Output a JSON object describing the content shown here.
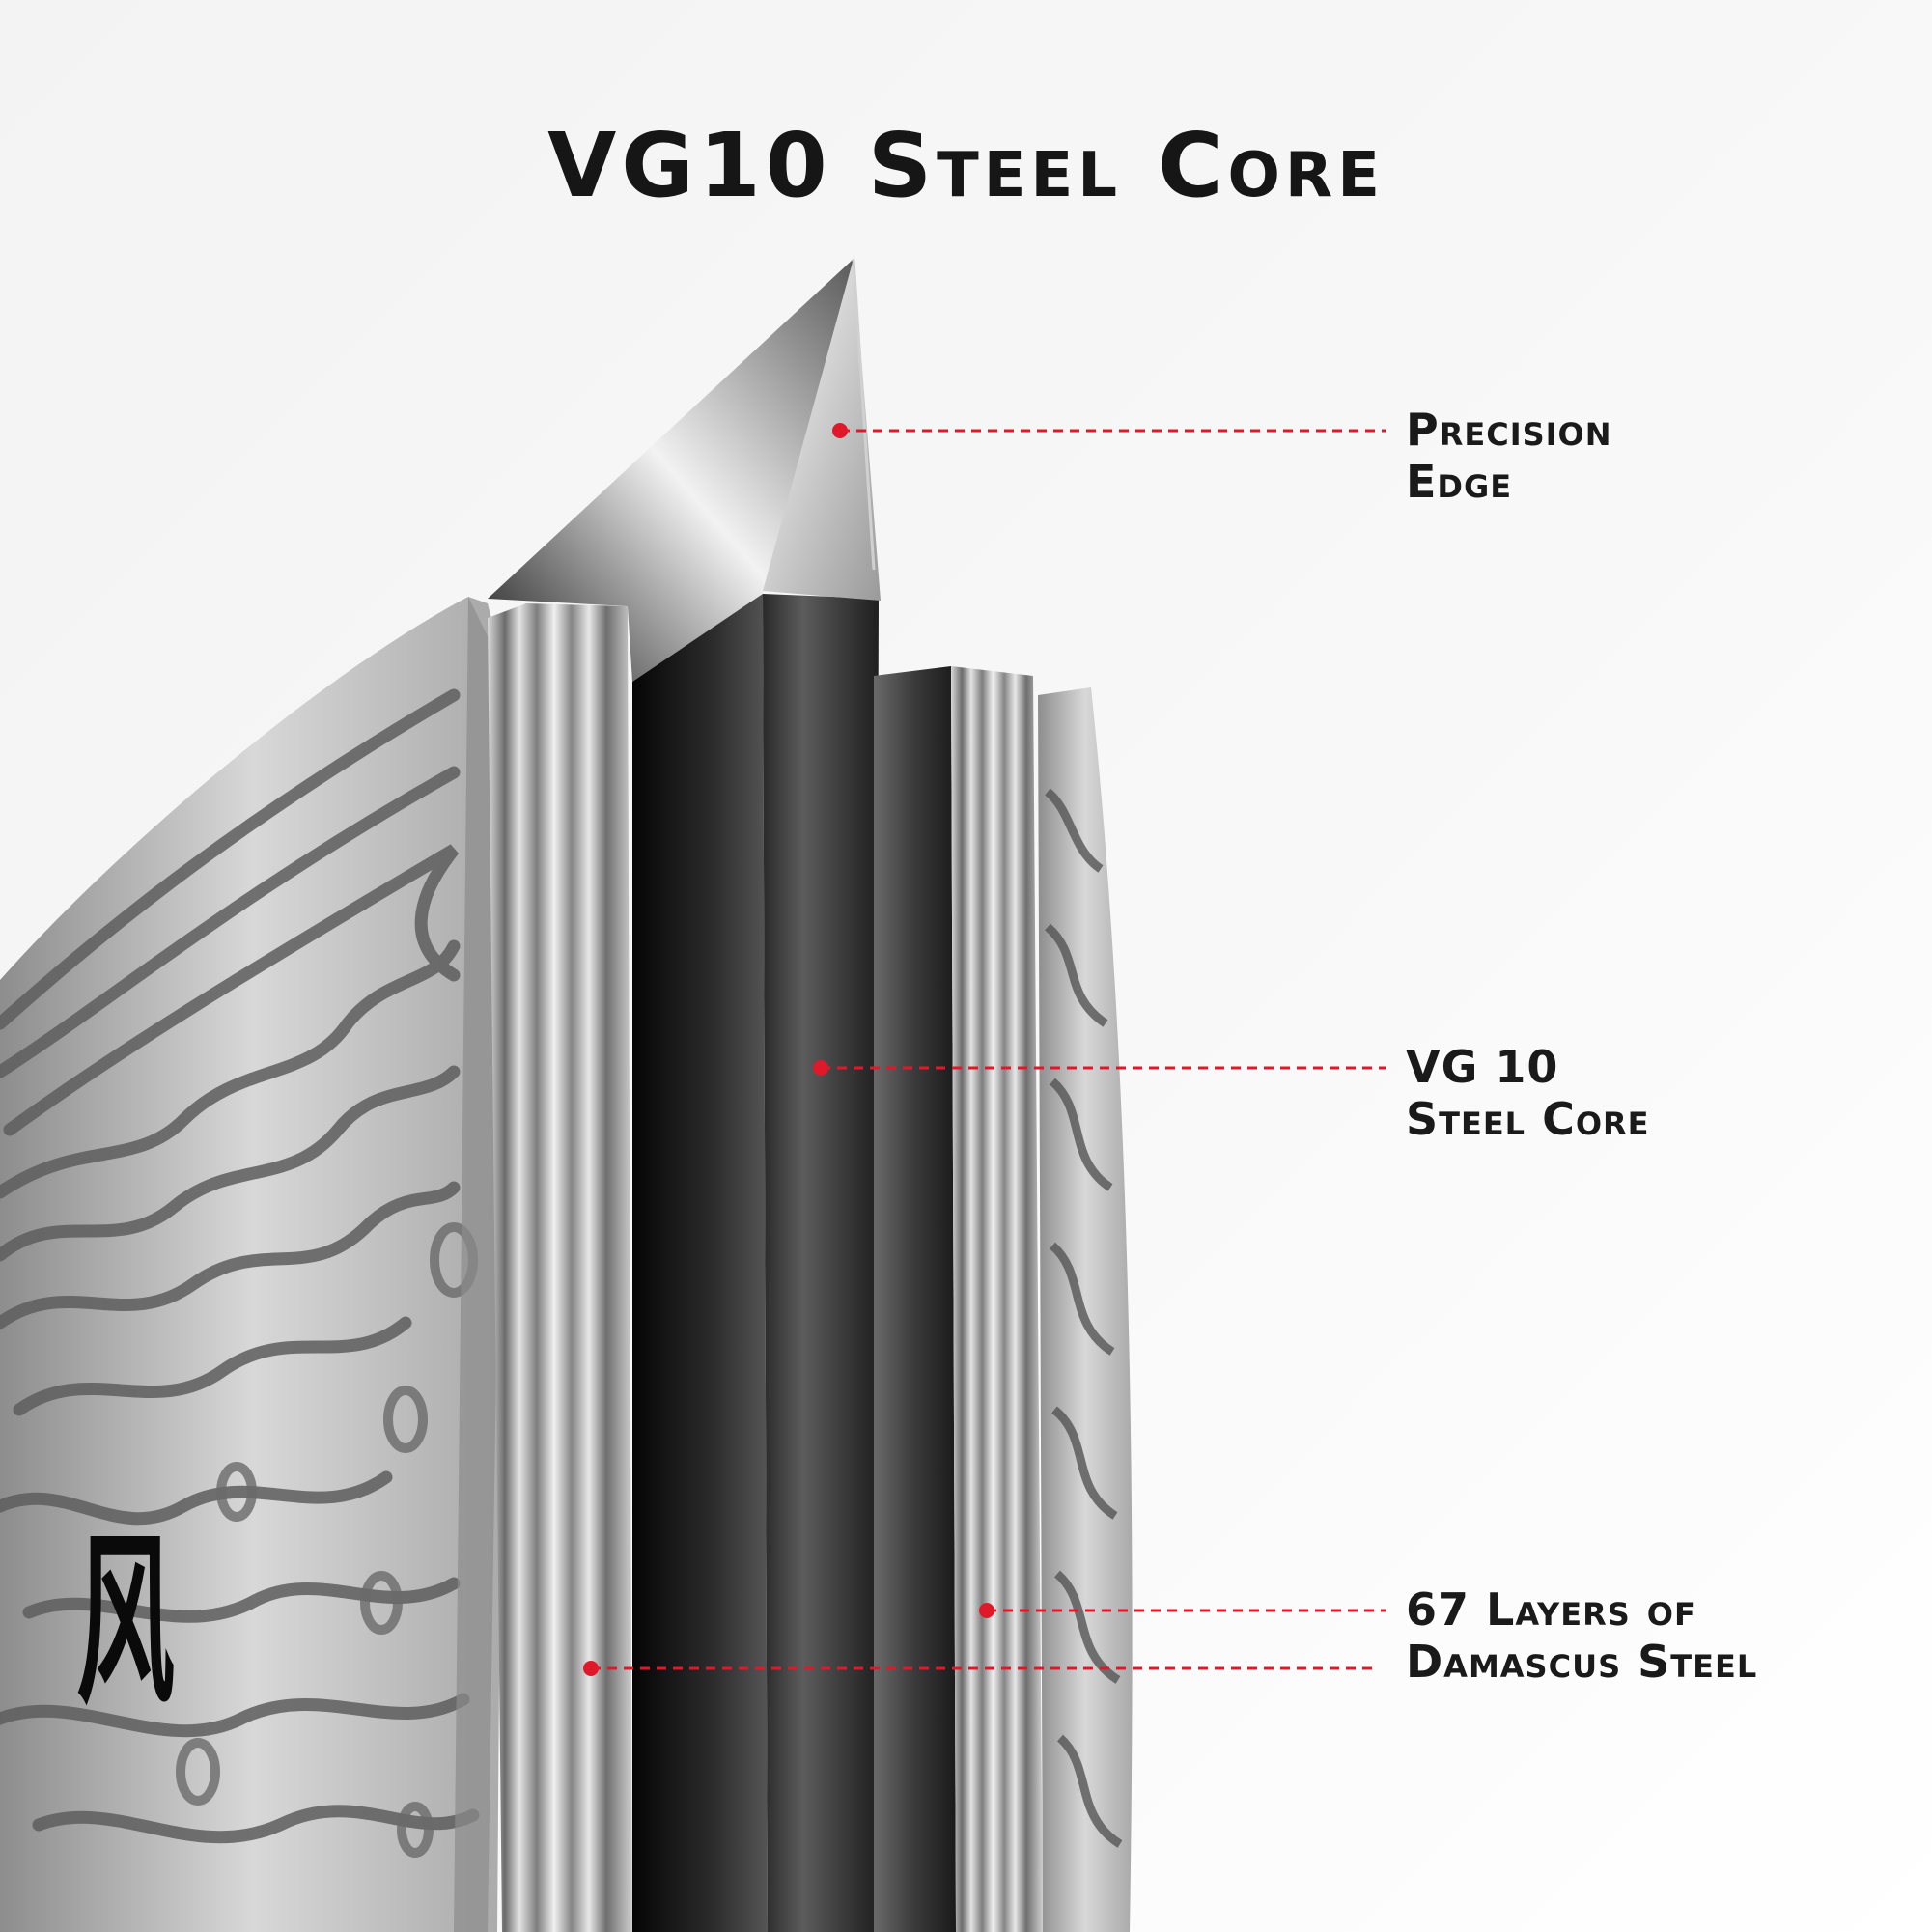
{
  "title": "VG10 Steel Core",
  "colors": {
    "accent_red": "#e0192a",
    "text": "#1a1a1a",
    "background": "#f5f5f5"
  },
  "callouts": {
    "precision_edge": {
      "line1": "Precision",
      "line2": "Edge"
    },
    "core": {
      "line1": "VG 10",
      "line2": "Steel Core"
    },
    "layers": {
      "line1": "67 Layers of",
      "line2": "Damascus Steel"
    }
  },
  "logo_glyph": "风"
}
